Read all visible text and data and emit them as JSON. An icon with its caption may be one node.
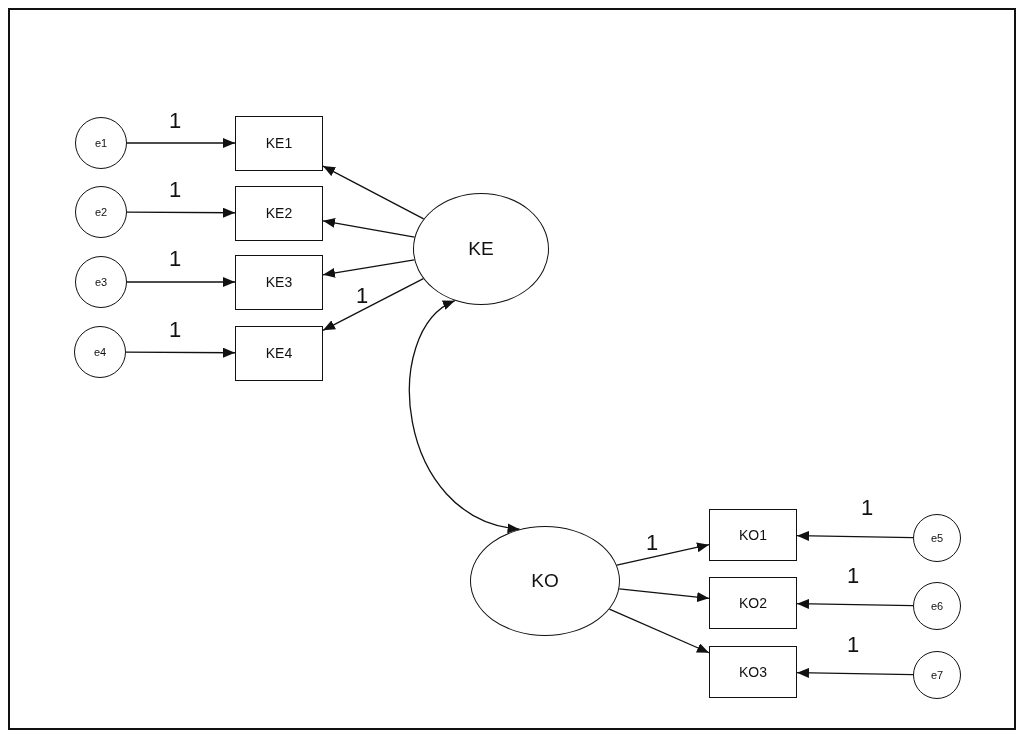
{
  "diagram": {
    "nodes": [
      {
        "text": [
          "e1"
        ]
      },
      {
        "text": [
          "e2"
        ]
      },
      {
        "text": [
          "e3"
        ]
      },
      {
        "text": [
          "e4"
        ]
      },
      {
        "text": [
          "KE1"
        ]
      },
      {
        "text": [
          "KE2"
        ]
      },
      {
        "text": [
          "KE3"
        ]
      },
      {
        "text": [
          "KE4"
        ]
      },
      {
        "text": [
          "KE"
        ]
      },
      {
        "text": [
          "KO"
        ]
      },
      {
        "text": [
          "KO1"
        ]
      },
      {
        "text": [
          "KO2"
        ]
      },
      {
        "text": [
          "KO3"
        ]
      },
      {
        "text": [
          "e5"
        ]
      },
      {
        "text": [
          "e6"
        ]
      },
      {
        "text": [
          "e7"
        ]
      }
    ],
    "edges": [
      {
        "from": 0,
        "to": 4,
        "arrow": "to",
        "label": "1"
      },
      {
        "from": 1,
        "to": 5,
        "arrow": "to",
        "label": "1"
      },
      {
        "from": 2,
        "to": 6,
        "arrow": "to",
        "label": "1"
      },
      {
        "from": 3,
        "to": 7,
        "arrow": "to",
        "label": "1"
      },
      {
        "from": 8,
        "to": 4,
        "arrow": "to"
      },
      {
        "from": 8,
        "to": 5,
        "arrow": "to"
      },
      {
        "from": 8,
        "to": 6,
        "arrow": "to"
      },
      {
        "from": 8,
        "to": 7,
        "arrow": "to",
        "label": "1"
      },
      {
        "from": 8,
        "to": 9,
        "arrow": "both"
      },
      {
        "from": 9,
        "to": 10,
        "arrow": "to",
        "label": "1"
      },
      {
        "from": 9,
        "to": 11,
        "arrow": "to"
      },
      {
        "from": 9,
        "to": 12,
        "arrow": "to"
      },
      {
        "from": 13,
        "to": 10,
        "arrow": "to",
        "label": "1"
      },
      {
        "from": 14,
        "to": 11,
        "arrow": "to",
        "label": "1"
      },
      {
        "from": 15,
        "to": 12,
        "arrow": "to",
        "label": "1"
      }
    ]
  }
}
